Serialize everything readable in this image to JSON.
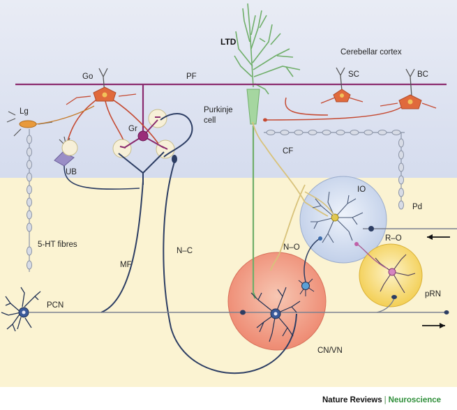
{
  "labels": {
    "ltd": "LTD",
    "cortex": "Cerebellar cortex",
    "go": "Go",
    "pf": "PF",
    "sc": "SC",
    "bc": "BC",
    "lg": "Lg",
    "gr": "Gr",
    "ub": "UB",
    "purkinje_1": "Purkinje",
    "purkinje_2": "cell",
    "cf": "CF",
    "io": "IO",
    "pd": "Pd",
    "ht": "5-HT fibres",
    "mf": "MF",
    "nc": "N–C",
    "no": "N–O",
    "ro": "R–O",
    "prn": "pRN",
    "pcn": "PCN",
    "cnvn": "CN/VN"
  },
  "credit": {
    "journal": "Nature Reviews",
    "separator": "|",
    "section": "Neuroscience"
  },
  "colors": {
    "cortex_band": "#dfe4f1",
    "nuclei_band": "#fbf3d2",
    "parallel_fibre": "#8a2a6e",
    "purkinje": "#7fb87a",
    "mossy_fibre": "#2c3d63",
    "cn_vn": "#ee8a72",
    "io": "#c9d6ec",
    "prn": "#f6d66a",
    "golgi": "#e06a3c"
  }
}
